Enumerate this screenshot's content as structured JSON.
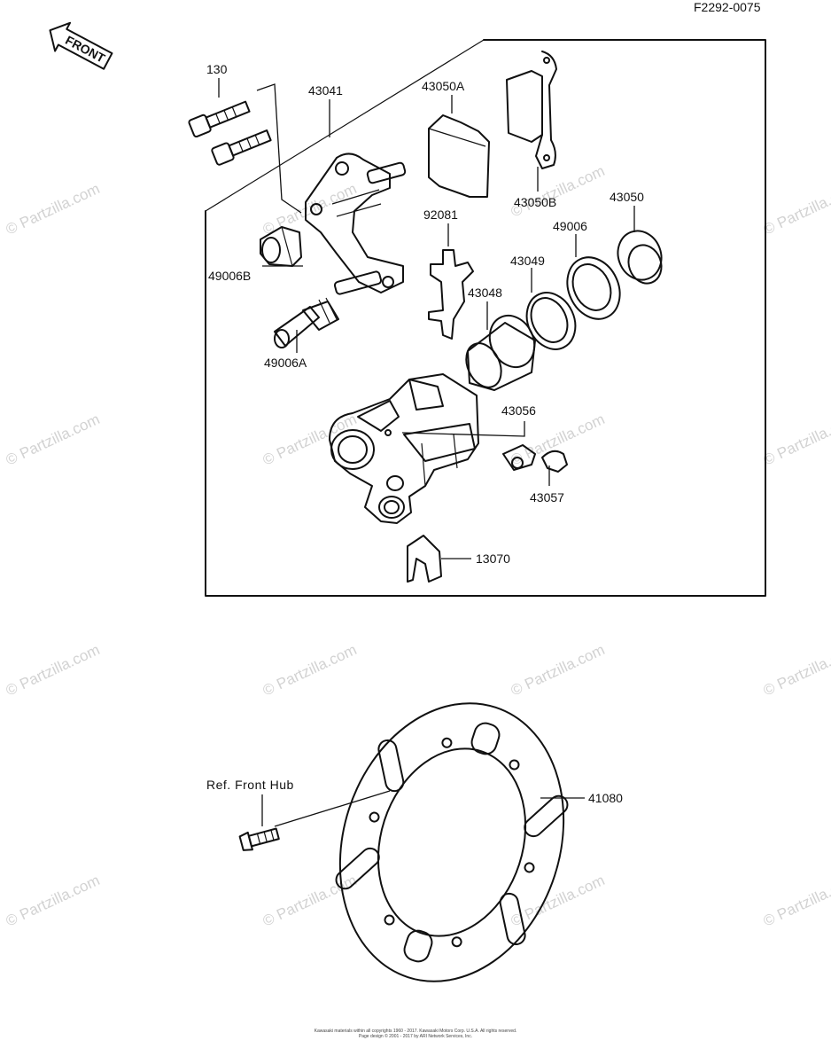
{
  "header": {
    "code": "F2292-0075"
  },
  "front_arrow": {
    "label": "FRONT"
  },
  "parts": {
    "p130": "130",
    "p43041": "43041",
    "p43050A": "43050A",
    "p43050B": "43050B",
    "p92081": "92081",
    "p43050": "43050",
    "p49006": "49006",
    "p49006B": "49006B",
    "p43049": "43049",
    "p43048": "43048",
    "p49006A": "49006A",
    "p43056": "43056",
    "p43057": "43057",
    "p13070": "13070",
    "p41080": "41080"
  },
  "reference": {
    "front_hub": "Ref. Front Hub"
  },
  "watermark": {
    "text": "© Partzilla.com"
  },
  "footer": {
    "line1": "Kawasaki materials within all copyrights 1960 - 2017. Kawasaki Motors Corp. U.S.A. All rights reserved.",
    "line2": "Page design © 2001 - 2017 by ARI Network Services, Inc."
  }
}
